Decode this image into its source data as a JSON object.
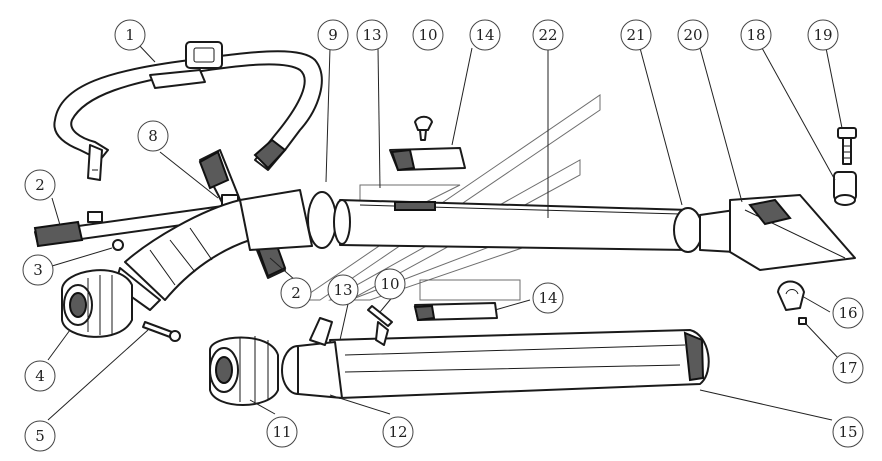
{
  "callouts": [
    {
      "id": "c1",
      "label": "1"
    },
    {
      "id": "c9",
      "label": "9"
    },
    {
      "id": "c13a",
      "label": "13"
    },
    {
      "id": "c10a",
      "label": "10"
    },
    {
      "id": "c14a",
      "label": "14"
    },
    {
      "id": "c22",
      "label": "22"
    },
    {
      "id": "c21",
      "label": "21"
    },
    {
      "id": "c20",
      "label": "20"
    },
    {
      "id": "c18",
      "label": "18"
    },
    {
      "id": "c19",
      "label": "19"
    },
    {
      "id": "c8",
      "label": "8"
    },
    {
      "id": "c2a",
      "label": "2"
    },
    {
      "id": "c3",
      "label": "3"
    },
    {
      "id": "c2b",
      "label": "2"
    },
    {
      "id": "c4",
      "label": "4"
    },
    {
      "id": "c5",
      "label": "5"
    },
    {
      "id": "c13b",
      "label": "13"
    },
    {
      "id": "c10b",
      "label": "10"
    },
    {
      "id": "c14b",
      "label": "14"
    },
    {
      "id": "c16",
      "label": "16"
    },
    {
      "id": "c17",
      "label": "17"
    },
    {
      "id": "c11",
      "label": "11"
    },
    {
      "id": "c12",
      "label": "12"
    },
    {
      "id": "c15",
      "label": "15"
    }
  ]
}
